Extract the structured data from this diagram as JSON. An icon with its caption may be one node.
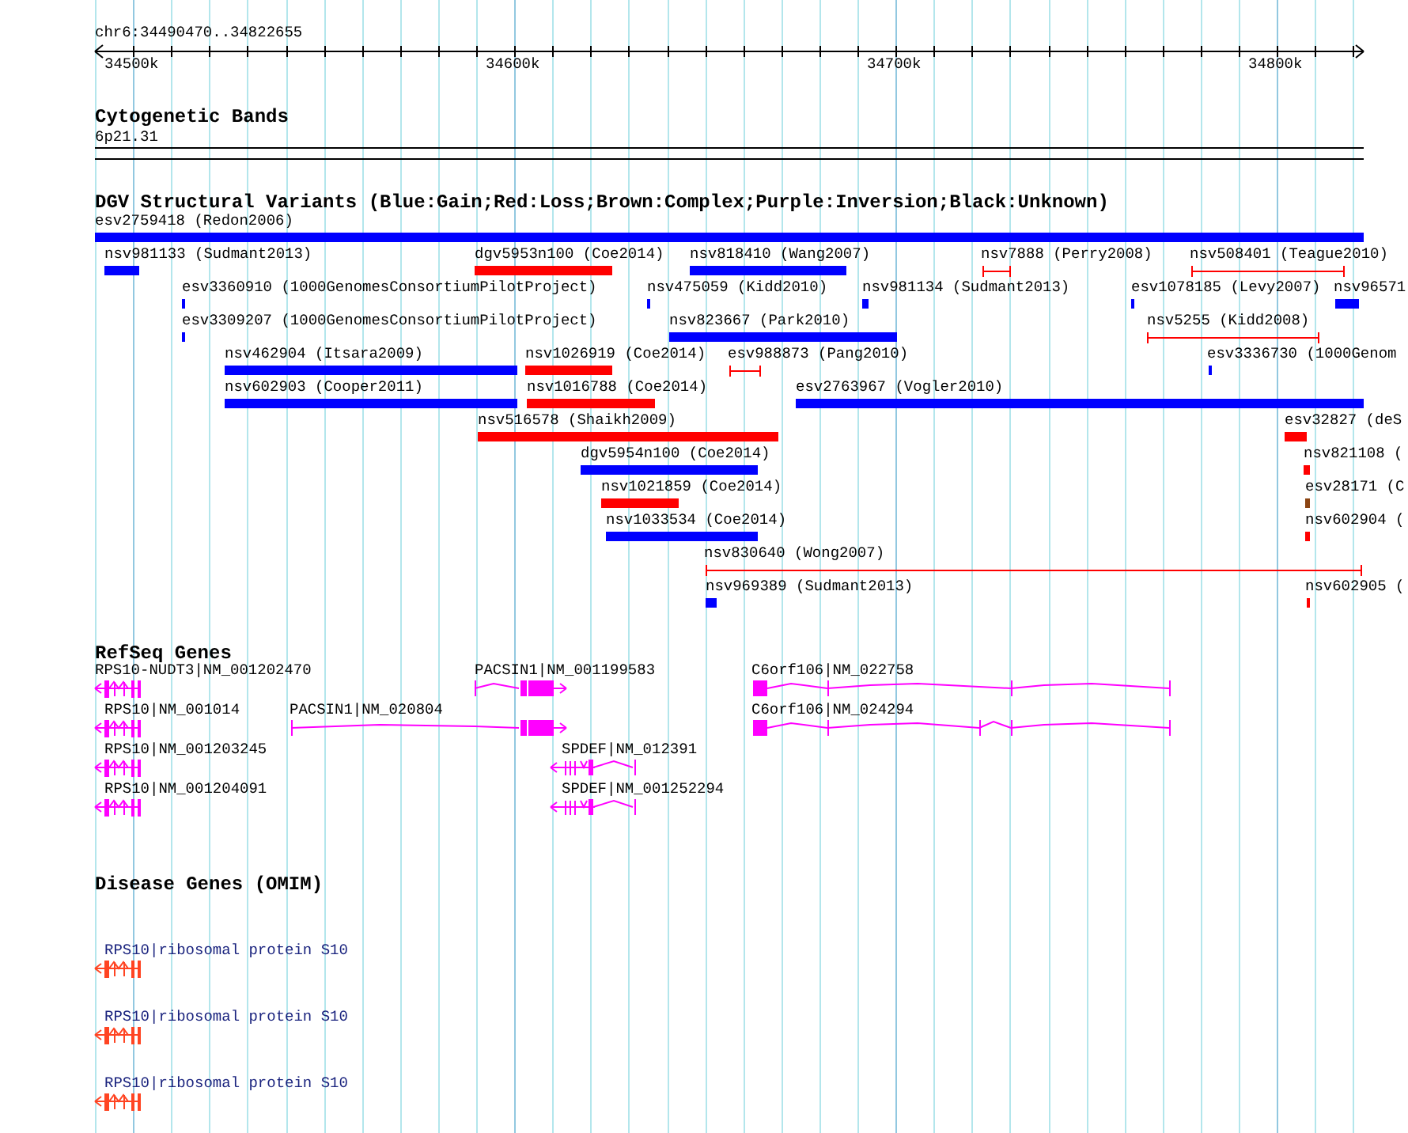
{
  "diagram": {
    "labels": [
      "chr6:34490470..34822655",
      "34500k",
      "34600k",
      "34700k",
      "34800k",
      "Cytogenetic Bands",
      "6p21.31",
      "DGV Structural Variants (Blue:Gain;Red:Loss;Brown:Complex;Purple:Inversion;Black:Unknown)",
      "esv2759418 (Redon2006)",
      "nsv981133 (Sudmant2013)",
      "dgv5953n100 (Coe2014)",
      "nsv818410 (Wang2007)",
      "nsv7888 (Perry2008)",
      "nsv508401 (Teague2010)",
      "esv3360910 (1000GenomesConsortiumPilotProject)",
      "nsv475059 (Kidd2010)",
      "nsv981134 (Sudmant2013)",
      "esv1078185 (Levy2007)",
      "nsv96571",
      "esv3309207 (1000GenomesConsortiumPilotProject)",
      "nsv823667 (Park2010)",
      "nsv5255 (Kidd2008)",
      "nsv462904 (Itsara2009)",
      "nsv1026919 (Coe2014)",
      "esv988873 (Pang2010)",
      "esv3336730 (1000Genom",
      "nsv602903 (Cooper2011)",
      "nsv1016788 (Coe2014)",
      "esv2763967 (Vogler2010)",
      "nsv516578 (Shaikh2009)",
      "esv32827 (deS",
      "dgv5954n100 (Coe2014)",
      "nsv821108 (",
      "nsv1021859 (Coe2014)",
      "esv28171 (C",
      "nsv1033534 (Coe2014)",
      "nsv602904 (",
      "nsv830640 (Wong2007)",
      "nsv969389 (Sudmant2013)",
      "nsv602905 (",
      "RefSeq Genes",
      "RPS10-NUDT3|NM_001202470",
      "PACSIN1|NM_001199583",
      "C6orf106|NM_022758",
      "RPS10|NM_001014",
      "PACSIN1|NM_020804",
      "C6orf106|NM_024294",
      "RPS10|NM_001203245",
      "SPDEF|NM_012391",
      "RPS10|NM_001204091",
      "SPDEF|NM_001252294",
      "Disease Genes (OMIM)",
      "RPS10|ribosomal protein S10",
      "RPS10|ribosomal protein S10",
      "RPS10|ribosomal protein S10"
    ]
  }
}
